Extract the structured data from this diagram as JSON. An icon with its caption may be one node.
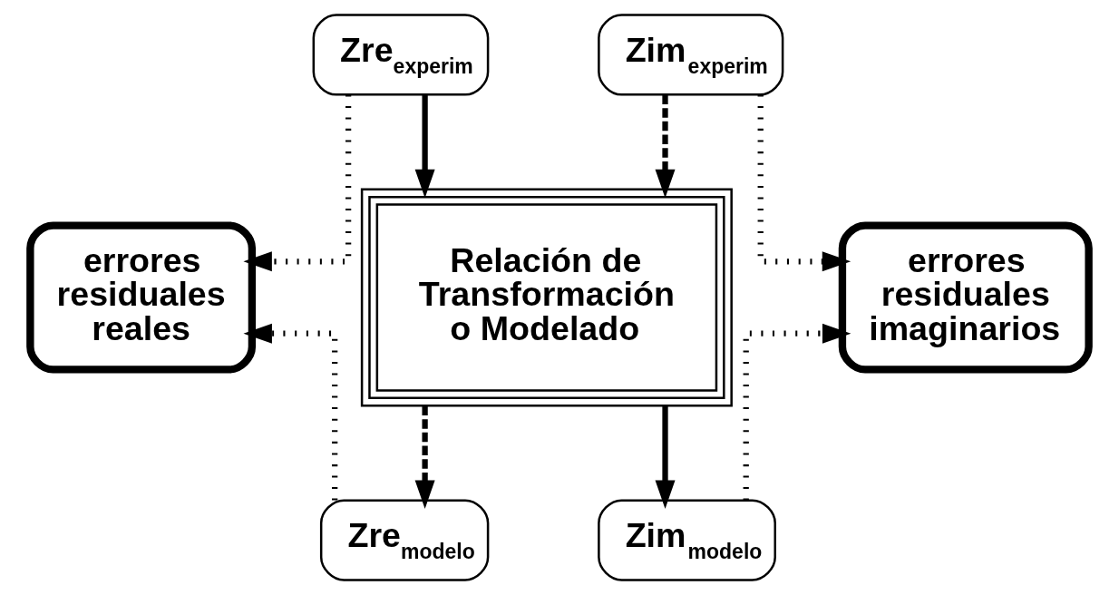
{
  "diagram": {
    "nodes": [
      {
        "text": [
          "Zre$_{experim}$"
        ]
      },
      {
        "text": [
          "Zim$_{experim}$"
        ]
      },
      {
        "text": [
          "errores residuales reales"
        ]
      },
      {
        "text": [
          "Relación de Transformación o Modelado"
        ]
      },
      {
        "text": [
          "errores residuales imaginarios"
        ]
      },
      {
        "text": [
          "Zre$_{modelo}$"
        ]
      },
      {
        "text": [
          "Zim$_{modelo}$"
        ]
      }
    ],
    "edges": [
      {
        "from": 0,
        "to": 3,
        "arrow": "to"
      },
      {
        "from": 1,
        "to": 3,
        "arrow": "to",
        "style": "dashed"
      },
      {
        "from": 0,
        "to": 2,
        "arrow": "to",
        "style": "dashed"
      },
      {
        "from": 5,
        "to": 2,
        "arrow": "to",
        "style": "dashed"
      },
      {
        "from": 1,
        "to": 4,
        "arrow": "to",
        "style": "dashed"
      },
      {
        "from": 6,
        "to": 4,
        "arrow": "to",
        "style": "dashed"
      },
      {
        "from": 3,
        "to": 5,
        "arrow": "to",
        "style": "dashed"
      },
      {
        "from": 3,
        "to": 6,
        "arrow": "to"
      }
    ]
  }
}
